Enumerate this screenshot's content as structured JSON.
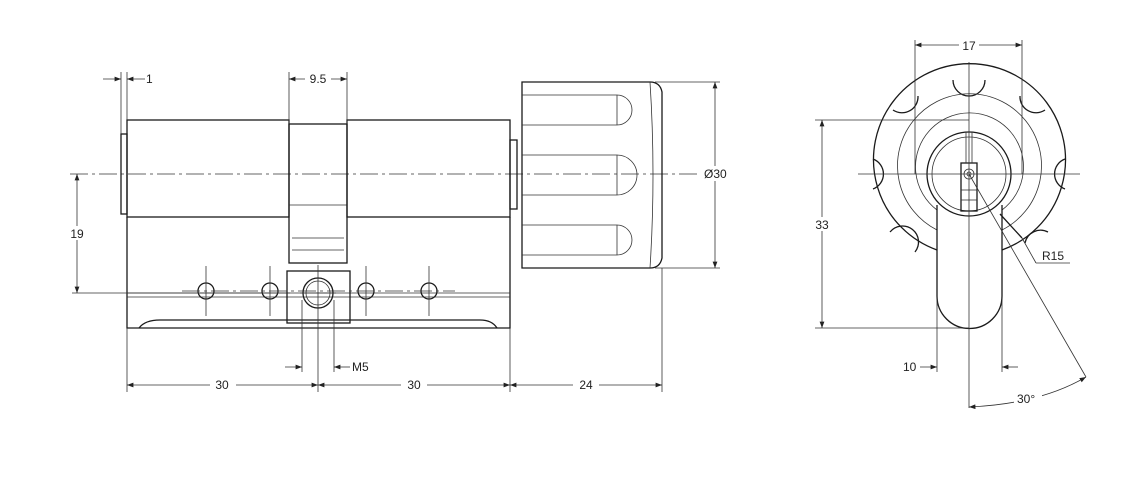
{
  "drawing": {
    "side_view": {
      "dims": {
        "flange": "1",
        "cam_width": "9.5",
        "center_to_screw": "19",
        "knob_diameter": "Ø30",
        "screw_thread": "M5",
        "left_length": "30",
        "right_length": "30",
        "knob_length": "24"
      }
    },
    "front_view": {
      "dims": {
        "width": "17",
        "height": "33",
        "lever_width": "10",
        "radius": "R15",
        "angle": "30°"
      }
    }
  }
}
